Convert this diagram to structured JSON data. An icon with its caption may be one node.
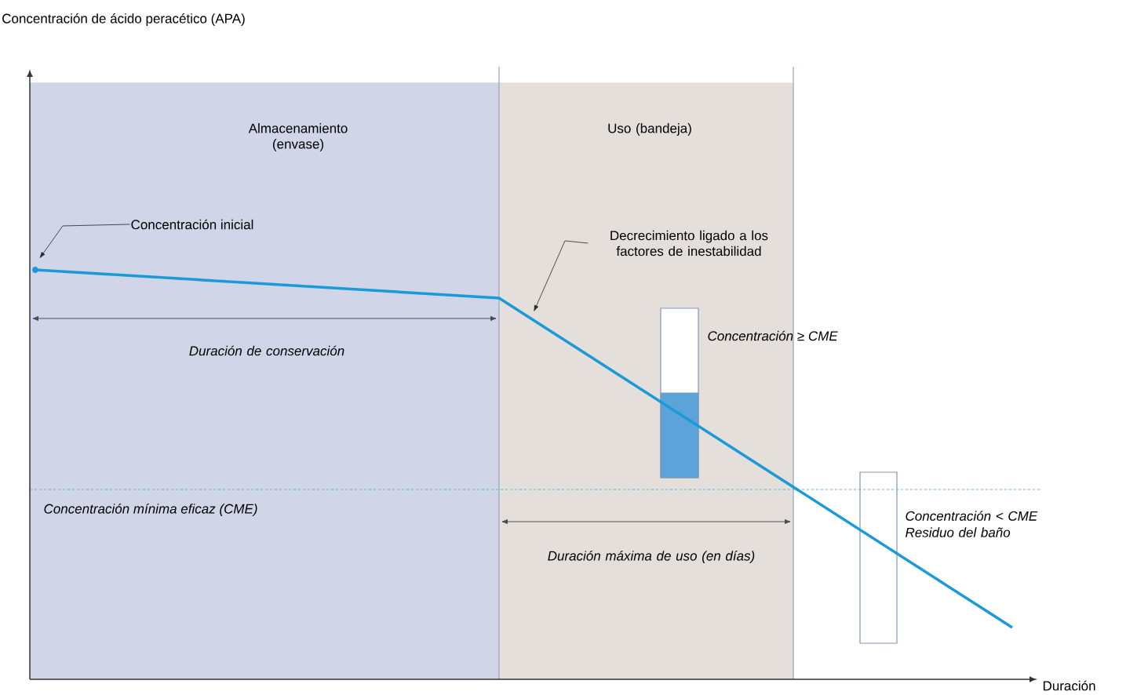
{
  "diagram": {
    "title": "Concentración de ácido peracético (APA)",
    "nodes": [
      {
        "text": [
          "Almacenamiento (envase)"
        ]
      },
      {
        "text": [
          "Uso (bandeja)"
        ]
      },
      {
        "text": [
          "Concentración inicial"
        ],
        "in": 0
      },
      {
        "text": [
          "Decrecimiento ligado a los factores de inestabilidad"
        ],
        "in": 1
      },
      {
        "text": [],
        "shape": "bar",
        "beside": [
          "Concentración ≥ CME"
        ],
        "in": 1
      },
      {
        "text": [],
        "shape": "bar",
        "beside": [
          "Concentración < CME Residuo del baño"
        ]
      }
    ],
    "edges": [
      {
        "from": 2,
        "to": null,
        "arrow": "to"
      },
      {
        "from": 3,
        "to": null,
        "arrow": "to"
      }
    ],
    "labels": [
      "Duración de conservación",
      "Concentración mínima eficaz (CME)",
      "Duración máxima de uso (en días)",
      "Duración"
    ]
  }
}
